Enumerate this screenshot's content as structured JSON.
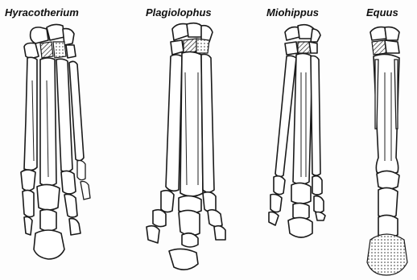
{
  "labels": [
    "Hyracotherium",
    "Plagiolophus",
    "Miohippus",
    "Equus"
  ]
}
